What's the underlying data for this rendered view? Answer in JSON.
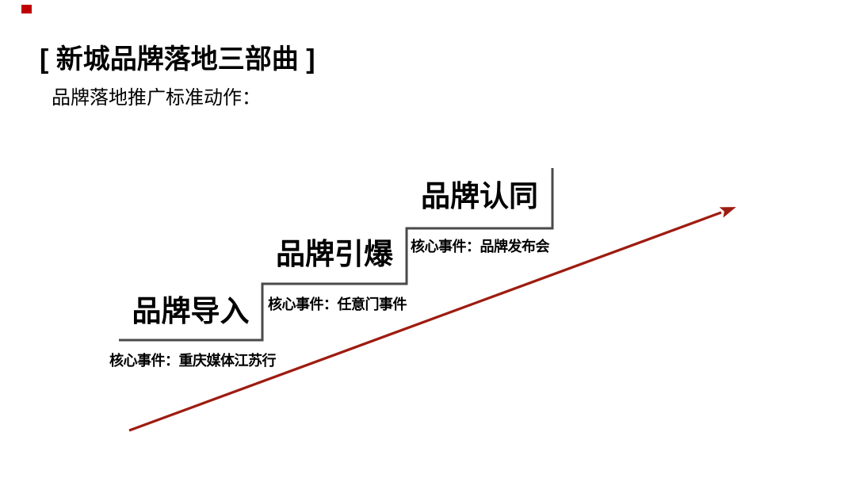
{
  "slide": {
    "title": "[ 新城品牌落地三部曲 ]",
    "subtitle": "品牌落地推广标准动作："
  },
  "diagram": {
    "type": "staircase-steps",
    "steps": [
      {
        "label": "品牌导入",
        "event": "核心事件：重庆媒体江苏行"
      },
      {
        "label": "品牌引爆",
        "event": "核心事件：任意门事件"
      },
      {
        "label": "品牌认同",
        "event": "核心事件：品牌发布会"
      }
    ]
  },
  "colors": {
    "accent_red": "#C00000",
    "arrow_red": "#9E1C10",
    "line_gray": "#4A4A4A",
    "text_black": "#000000"
  }
}
